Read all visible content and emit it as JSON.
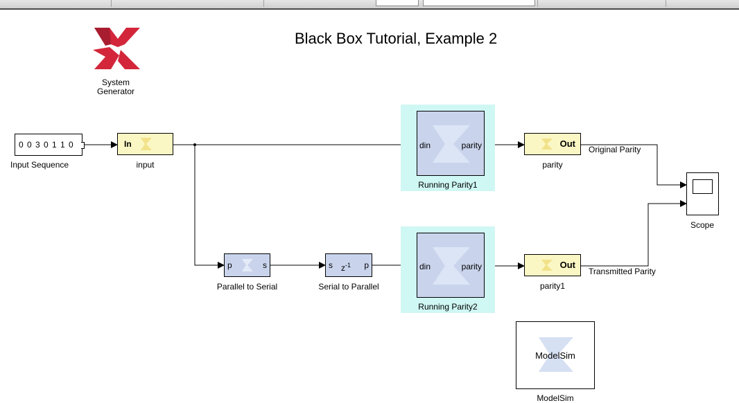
{
  "diagram": {
    "title": "Black Box Tutorial, Example 2",
    "logo": {
      "icon": "xilinx-logo-icon",
      "caption_line1": "System",
      "caption_line2": "Generator"
    },
    "blocks": {
      "input_sequence": {
        "value": "0 0 3 0 1 1 0",
        "label": "Input Sequence"
      },
      "gateway_in": {
        "port": "In",
        "label": "input"
      },
      "running_parity1": {
        "port_in": "din",
        "port_out": "parity",
        "label": "Running Parity1"
      },
      "gateway_out1": {
        "port": "Out",
        "label": "parity"
      },
      "parallel_to_serial": {
        "port_in": "p",
        "port_out": "s",
        "label": "Parallel to Serial"
      },
      "serial_to_parallel": {
        "port_in": "s",
        "delay_base": "z",
        "delay_exp": "-1",
        "port_out": "p",
        "label": "Serial to Parallel"
      },
      "running_parity2": {
        "port_in": "din",
        "port_out": "parity",
        "label": "Running Parity2"
      },
      "gateway_out2": {
        "port": "Out",
        "label": "parity1"
      },
      "scope": {
        "label": "Scope"
      },
      "modelsim": {
        "text": "ModelSim",
        "label": "ModelSim"
      }
    },
    "signals": {
      "top": "Original Parity",
      "bottom": "Transmitted Parity"
    },
    "colors": {
      "gateway": "#fbf7c4",
      "black_box": "#c9d4ec",
      "highlight": "#cff7f4",
      "xilinx_red": "#d3263a"
    }
  }
}
